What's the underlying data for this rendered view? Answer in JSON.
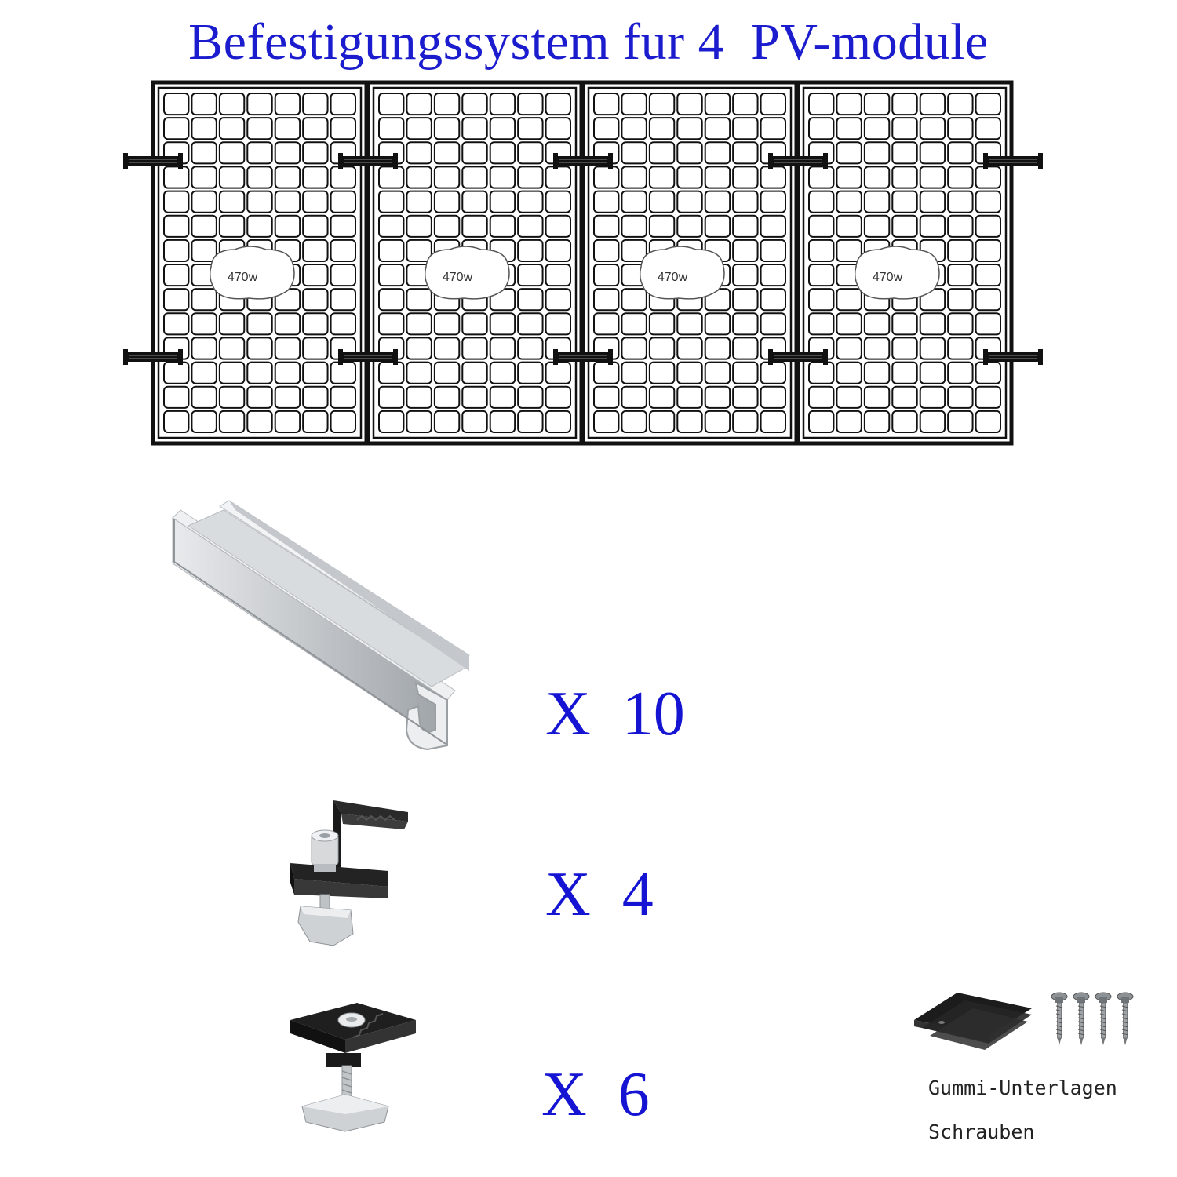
{
  "title": "Befestigungssystem fur 4  PV-module",
  "panels": {
    "count": 4,
    "cell_columns": 7,
    "cell_rows": 14,
    "power_label": "470w",
    "frame_color": "#111111",
    "clamp_color": "#111111"
  },
  "parts": [
    {
      "name": "mounting-rail",
      "quantity_label": "X  10"
    },
    {
      "name": "end-clamp",
      "quantity_label": "X  4"
    },
    {
      "name": "middle-clamp",
      "quantity_label": "X  6"
    }
  ],
  "accessories": {
    "line1": "Gummi-Unterlagen",
    "line2": "Schrauben"
  },
  "colors": {
    "title": "#1c1ccf",
    "quantity": "#1414d2"
  }
}
